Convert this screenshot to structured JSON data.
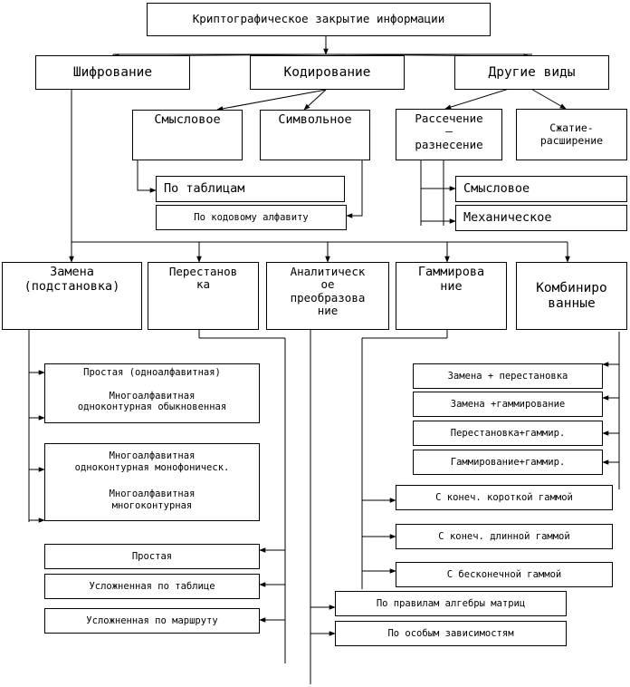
{
  "root": "Криптографическое закрытие информации",
  "level1": {
    "encryption": "Шифрование",
    "coding": "Кодирование",
    "other": "Другие виды"
  },
  "coding": {
    "semantic": "Смысловое",
    "symbolic": "Символьное",
    "by_tables": "По таблицам",
    "by_code_alphabet": "По кодовому алфавиту"
  },
  "other": {
    "dissection": "Рассечение\n–\nразнесение",
    "compression": "Сжатие-\nрасширение",
    "semantic": "Смысловое",
    "mechanical": "Механическое"
  },
  "methods": {
    "substitution": "Замена\n(подстановка)",
    "permutation": "Перестанов\nка",
    "analytic": "Аналитическ\nое\nпреобразова\nние",
    "gamma": "Гаммирова\nние",
    "combined": "Комбиниро\nванные"
  },
  "substitution_types": {
    "simple": "Простая (одноалфавитная)",
    "poly_single_ordinary": "Многоалфавитная\nодноконтурная обыкновенная",
    "poly_single_monophonic": "Многоалфавитная\nодноконтурная монофоническ.",
    "poly_multi": "Многоалфавитная\nмногоконтурная"
  },
  "permutation_types": {
    "simple": "Простая",
    "by_table": "Усложненная по таблице",
    "by_route": "Усложненная по маршруту"
  },
  "analytic_types": {
    "matrix_algebra": "По правилам алгебры матриц",
    "special_deps": "По особым зависимостям"
  },
  "gamma_types": {
    "short": "С конеч. короткой гаммой",
    "long": "С конеч. длинной гаммой",
    "infinite": "С бесконечной гаммой"
  },
  "combined_types": {
    "sub_perm": "Замена + перестановка",
    "sub_gamma": "Замена +гаммирование",
    "perm_gamma": "Перестановка+гаммир.",
    "gamma_gamma": "Гаммирование+гаммир."
  }
}
